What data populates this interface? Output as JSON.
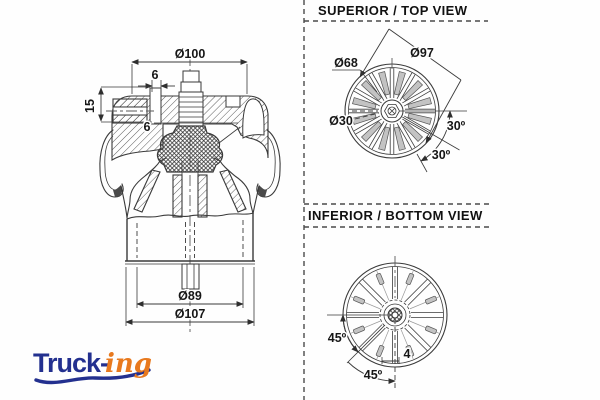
{
  "drawing": {
    "line_color": "#3a3a3a",
    "section": {
      "top_diameter": "Ø100",
      "vent_width": "6",
      "port_height": "15",
      "wall_thickness": "6",
      "base_inner_diameter": "Ø89",
      "base_outer_diameter": "Ø107"
    },
    "top_view": {
      "title": "SUPERIOR / TOP VIEW",
      "outer_diameter": "Ø97",
      "spoke_circle_diameter": "Ø68",
      "hub_diameter": "Ø30",
      "angle_a": "30º",
      "angle_b": "30º",
      "spoke_count": 12
    },
    "bottom_view": {
      "title": "INFERIOR / BOTTOM VIEW",
      "angle_a": "45º",
      "angle_b": "45º",
      "slot_width": "4",
      "spoke_count": 8
    }
  },
  "logo": {
    "text_primary": "Truck-",
    "text_secondary": "ing",
    "color_primary": "#23308f",
    "color_secondary": "#e8791e"
  }
}
